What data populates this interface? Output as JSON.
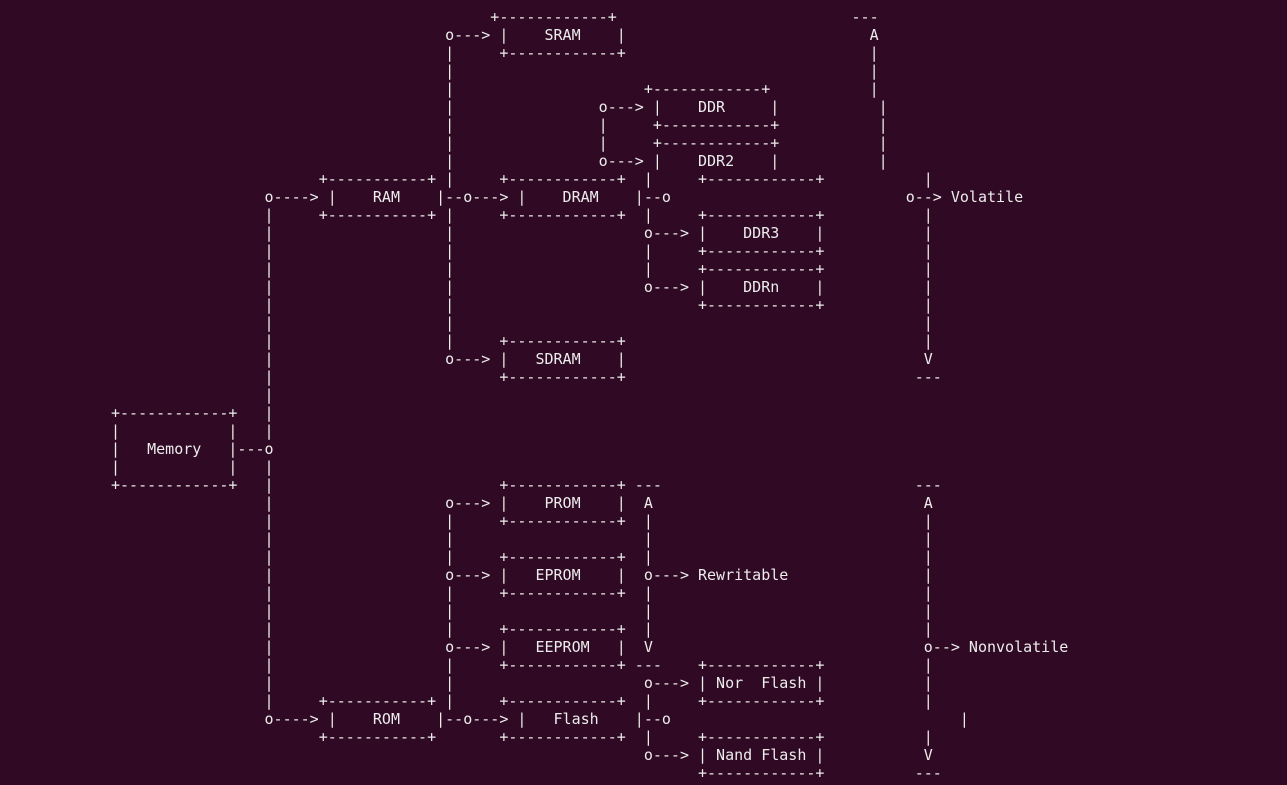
{
  "colors": {
    "background": "#300a24",
    "text": "#ececec"
  },
  "diagram": {
    "lines": [
      "                                          +------------+                          ---",
      "                                     o---> |    SRAM    |                           A",
      "                                     |     +------------+                           |",
      "                                     |                                              |",
      "                                     |                     +------------+           |",
      "                                     |                o---> |    DDR     |           |",
      "                                     |                |     +------------+           |",
      "                                     |                |     +------------+           |",
      "                                     |                o---> |    DDR2    |           |",
      "                       +-----------+ |     +------------+  |     +------------+           |",
      "                 o----> |    RAM    |--o---> |    DRAM    |--o                          o--> Volatile",
      "                 |     +-----------+ |     +------------+  |     +------------+           |",
      "                 |                   |                     o---> |    DDR3    |           |",
      "                 |                   |                     |     +------------+           |",
      "                 |                   |                     |     +------------+           |",
      "                 |                   |                     o---> |    DDRn    |           |",
      "                 |                   |                           +------------+           |",
      "                 |                   |                                                    |",
      "                 |                   |     +------------+                                 |",
      "                 |                   o---> |   SDRAM    |                                 V",
      "                 |                         +------------+                                ---",
      "                 |",
      "+------------+   |",
      "|            |   |",
      "|   Memory   |---o",
      "|            |   |",
      "+------------+   |                         +------------+ ---                            ---",
      "                 |                   o---> |    PROM    |  A                              A",
      "                 |                   |     +------------+  |                              |",
      "                 |                   |                     |                              |",
      "                 |                   |     +------------+  |                              |",
      "                 |                   o---> |   EPROM    |  o---> Rewritable               |",
      "                 |                   |     +------------+  |                              |",
      "                 |                   |                     |                              |",
      "                 |                   |     +------------+  |                              |",
      "                 |                   o---> |   EEPROM   |  V                              o--> Nonvolatile",
      "                 |                   |     +------------+ ---    +------------+           |",
      "                 |                   |                     o---> | Nor  Flash |           |",
      "                 |     +-----------+ |     +------------+  |     +------------+           |",
      "                 o----> |    ROM    |--o---> |   Flash    |--o                                |",
      "                       +-----------+       +------------+  |     +------------+           |",
      "                                                           o---> | Nand Flash |           V",
      "                                                                 +------------+          ---"
    ]
  }
}
